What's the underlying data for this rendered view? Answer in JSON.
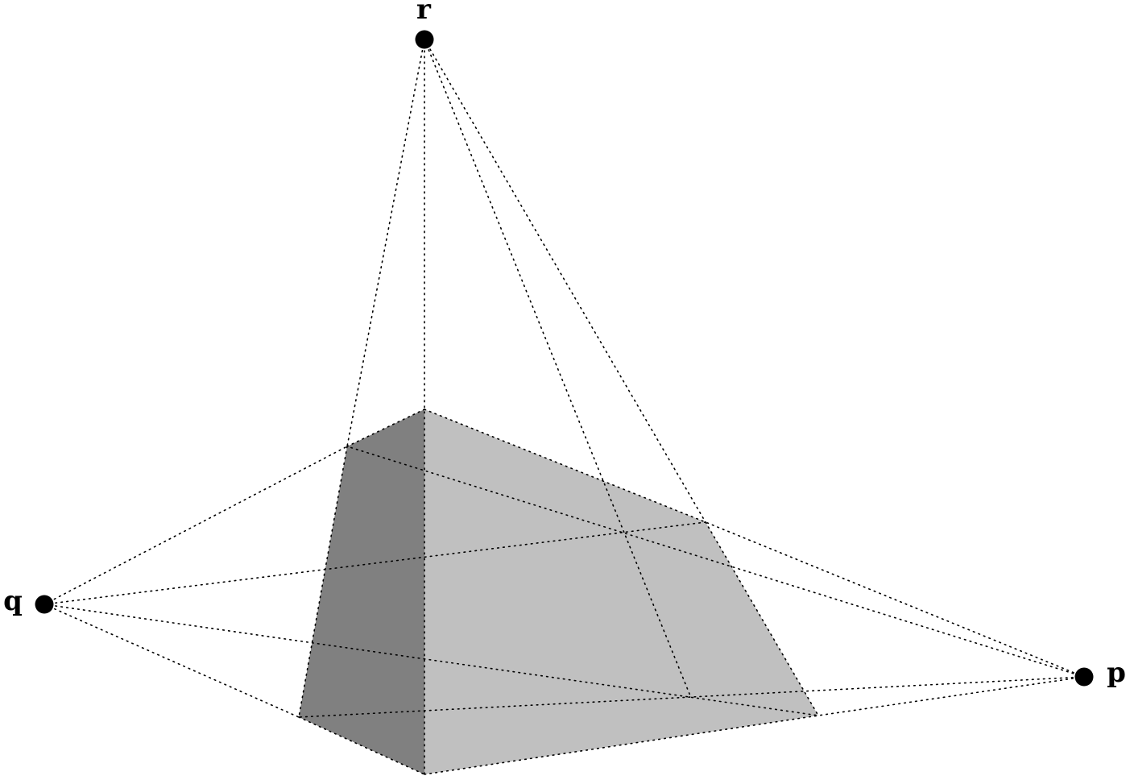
{
  "vanishing_points": [
    {
      "id": "r",
      "label": "r"
    },
    {
      "id": "q",
      "label": "q"
    },
    {
      "id": "p",
      "label": "p"
    }
  ],
  "colors": {
    "left_face": "#808080",
    "right_face": "#c0c0c0",
    "points": "#000000",
    "guides": "#000000",
    "background": "#ffffff"
  }
}
